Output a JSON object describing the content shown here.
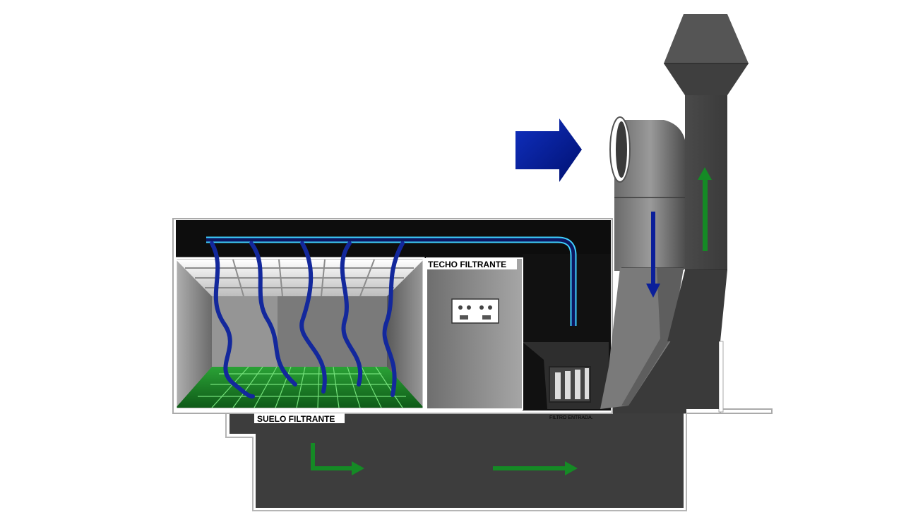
{
  "labels": {
    "ceiling": "TECHO FILTRANTE",
    "floor": "SUELO FILTRANTE",
    "inlet_filter": "FILTRO ENTRADA."
  },
  "colors": {
    "background": "#ffffff",
    "duct_dark": "#2a2a2a",
    "duct_mid": "#5a5a5a",
    "booth_black": "#111111",
    "fresh_air": "#0a1f8c",
    "clean_air_pipe": "#3fd0ff",
    "exhaust_air": "#1a8a2a",
    "floor_green": "#1e8f2a",
    "label_bg": "#ffffff"
  },
  "icons": {
    "intake": "big-blue-arrow-right",
    "downflow": "blue-arrow-down",
    "exhaust": "green-arrow-up",
    "plenum_flow": "green-arrow-right"
  }
}
